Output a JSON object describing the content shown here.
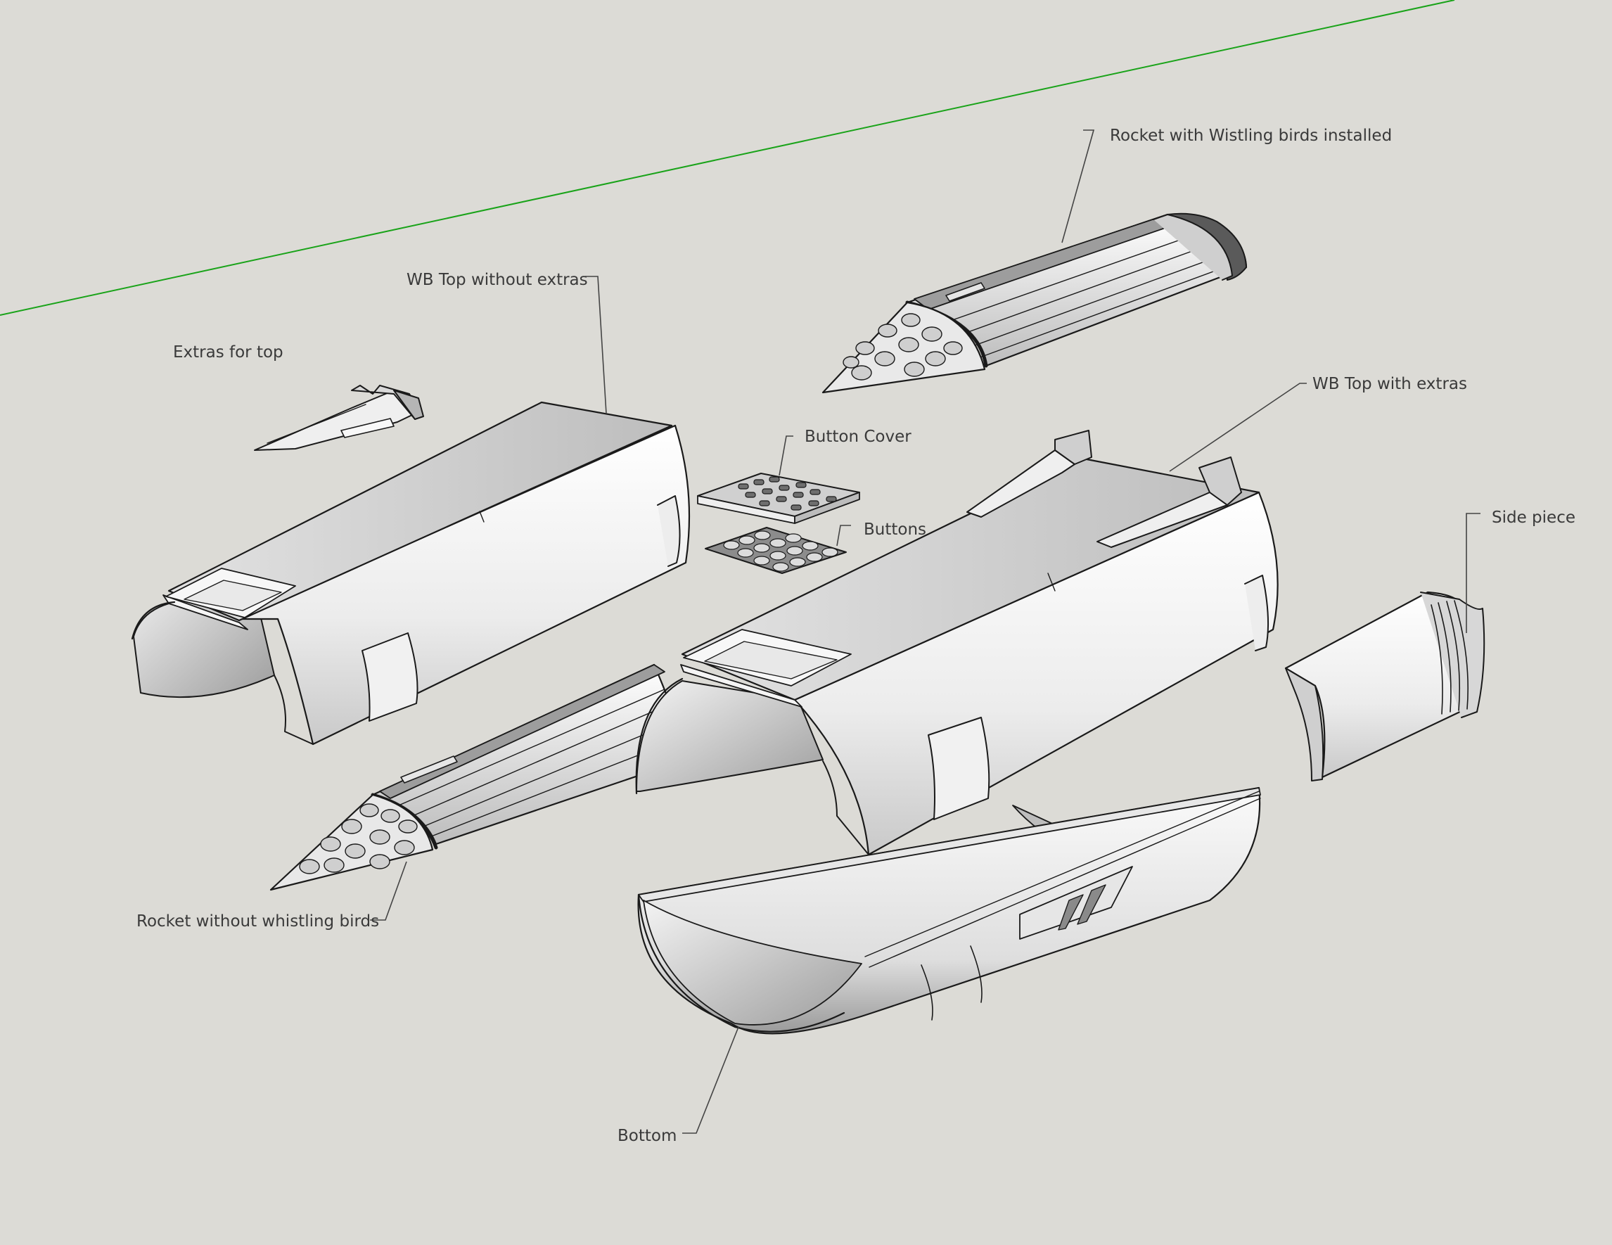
{
  "labels": {
    "rocket_with_birds": "Rocket with Wistling birds installed",
    "wb_top_without_extras": "WB Top without extras",
    "extras_for_top": "Extras for top",
    "wb_top_with_extras": "WB Top with extras",
    "button_cover": "Button Cover",
    "buttons": "Buttons",
    "side_piece": "Side piece",
    "rocket_without_birds": "Rocket without whistling birds",
    "bottom": "Bottom"
  },
  "colors": {
    "background": "#dcdbd6",
    "axis_line": "#19a319",
    "face_light": "#f3f3f3",
    "face_mid": "#d6d6d6",
    "face_dark": "#a9a9a9",
    "edge": "#1a1a1a"
  }
}
